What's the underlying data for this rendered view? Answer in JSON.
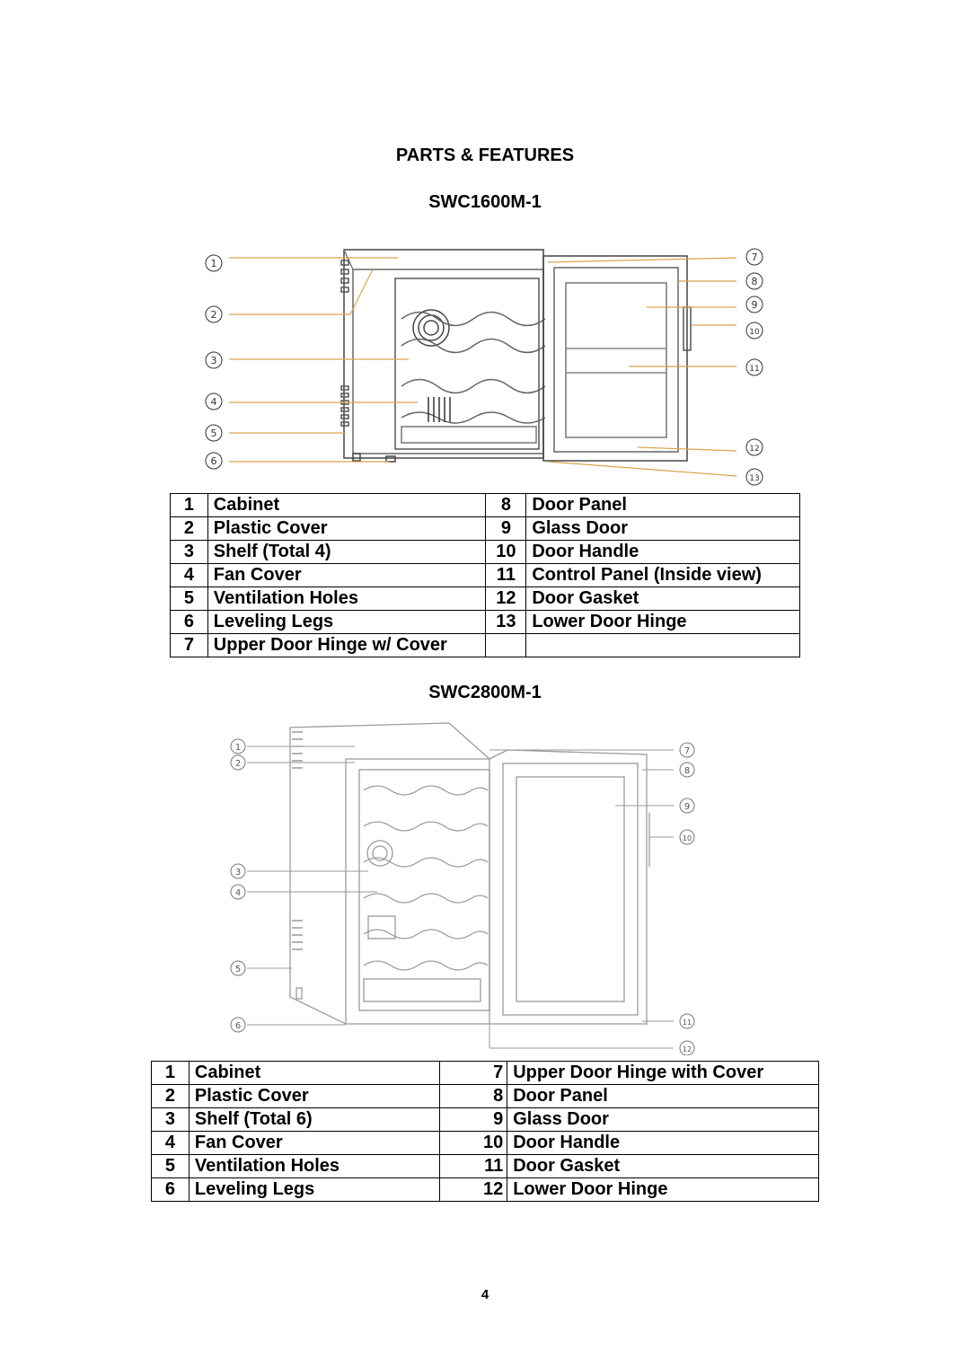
{
  "heading": "PARTS & FEATURES",
  "model1": {
    "name": "SWC1600M-1",
    "callouts": [
      "1",
      "2",
      "3",
      "4",
      "5",
      "6",
      "7",
      "8",
      "9",
      "10",
      "11",
      "12",
      "13"
    ],
    "parts_left": [
      {
        "num": "1",
        "label": "Cabinet"
      },
      {
        "num": "2",
        "label": "Plastic Cover"
      },
      {
        "num": "3",
        "label": "Shelf (Total 4)"
      },
      {
        "num": "4",
        "label": "Fan Cover"
      },
      {
        "num": "5",
        "label": "Ventilation Holes"
      },
      {
        "num": "6",
        "label": "Leveling Legs"
      },
      {
        "num": "7",
        "label": "Upper Door Hinge w/ Cover"
      }
    ],
    "parts_right": [
      {
        "num": "8",
        "label": "Door Panel"
      },
      {
        "num": "9",
        "label": "Glass Door"
      },
      {
        "num": "10",
        "label": "Door Handle"
      },
      {
        "num": "11",
        "label": "Control Panel (Inside view)"
      },
      {
        "num": "12",
        "label": "Door Gasket"
      },
      {
        "num": "13",
        "label": "Lower  Door Hinge"
      },
      {
        "num": "",
        "label": ""
      }
    ]
  },
  "model2": {
    "name": "SWC2800M-1",
    "callouts": [
      "1",
      "2",
      "3",
      "4",
      "5",
      "6",
      "7",
      "8",
      "9",
      "10",
      "11",
      "12"
    ],
    "parts_left": [
      {
        "num": "1",
        "label": "Cabinet"
      },
      {
        "num": "2",
        "label": "Plastic Cover"
      },
      {
        "num": "3",
        "label": "Shelf (Total 6)"
      },
      {
        "num": "4",
        "label": "Fan Cover"
      },
      {
        "num": "5",
        "label": "Ventilation Holes"
      },
      {
        "num": "6",
        "label": "Leveling Legs"
      }
    ],
    "parts_right": [
      {
        "num": "7",
        "label": "Upper Door Hinge with Cover"
      },
      {
        "num": "8",
        "label": "Door Panel"
      },
      {
        "num": "9",
        "label": "Glass Door"
      },
      {
        "num": "10",
        "label": "Door Handle"
      },
      {
        "num": "11",
        "label": "Door Gasket"
      },
      {
        "num": "12",
        "label": "Lower  Door Hinge"
      }
    ]
  },
  "page_number": "4"
}
